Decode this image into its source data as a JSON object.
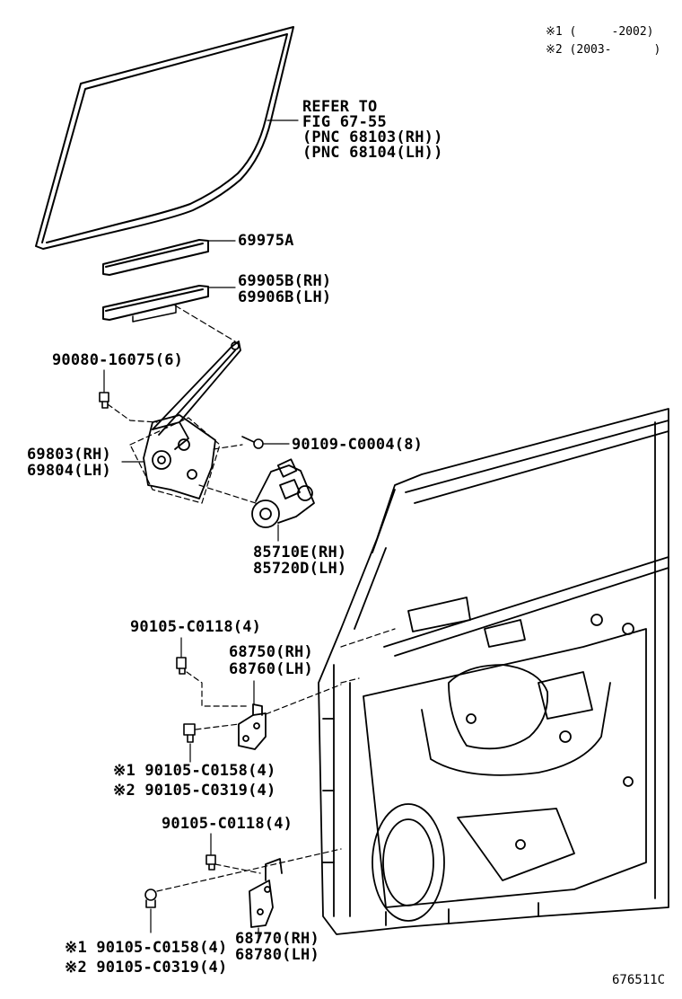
{
  "legend": {
    "row1": "※1 (     -2002)",
    "row2": "※2 (2003-      )"
  },
  "parts": {
    "glass_ref": [
      "REFER TO",
      "FIG 67-55",
      "(PNC 68103(RH))",
      "(PNC 68104(LH))"
    ],
    "run_channel": "69975A",
    "bottom_channel": [
      "69905B(RH)",
      "69906B(LH)"
    ],
    "regulator_bolt": "90080-16075(6)",
    "regulator": [
      "69803(RH)",
      "69804(LH)"
    ],
    "motor_bolt": "90109-C0004(8)",
    "motor": [
      "85710E(RH)",
      "85720D(LH)"
    ],
    "upper_hinge_bolt": "90105-C0118(4)",
    "upper_hinge": [
      "68750(RH)",
      "68760(LH)"
    ],
    "upper_hinge_alt_bolts": [
      "※1 90105-C0158(4)",
      "※2 90105-C0319(4)"
    ],
    "lower_hinge_bolt": "90105-C0118(4)",
    "lower_hinge": [
      "68770(RH)",
      "68780(LH)"
    ],
    "lower_hinge_alt_bolts": [
      "※1 90105-C0158(4)",
      "※2 90105-C0319(4)"
    ]
  },
  "figure_id": "676511C"
}
